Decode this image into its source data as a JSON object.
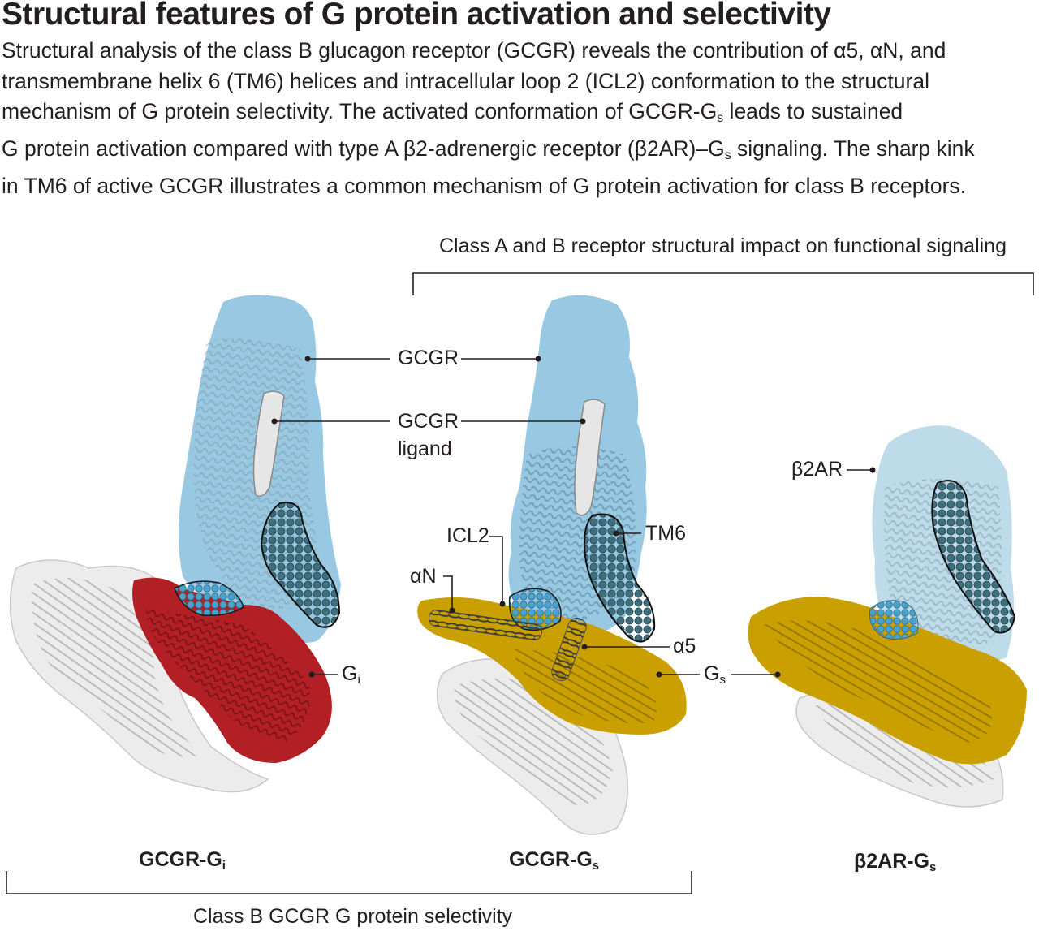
{
  "header": {
    "title": "Structural features of G protein activation and selectivity",
    "description_lines": [
      "Structural analysis of the class B glucagon receptor (GCGR) reveals the contribution of α5, αN, and",
      "transmembrane helix 6 (TM6) helices and intracellular loop 2 (ICL2) conformation to the structural",
      "mechanism of G protein selectivity. The activated conformation of GCGR-G",
      "G protein activation compared with type A β2-adrenergic receptor (β2AR)–G",
      "in TM6 of active GCGR illustrates a common mechanism of G protein activation for class B receptors."
    ],
    "line3_sub": "s",
    "line3_tail": " leads to sustained",
    "line4_sub": "s",
    "line4_tail": " signaling. The sharp kink"
  },
  "brackets": {
    "top": "Class A and B receptor structural impact on functional signaling",
    "bottom": "Class B GCGR G protein selectivity"
  },
  "labels": {
    "gcgr": "GCGR",
    "gcgr_ligand_1": "GCGR",
    "gcgr_ligand_2": "ligand",
    "b2ar": "β2AR",
    "icl2": "ICL2",
    "an": "αN",
    "tm6": "TM6",
    "a5": "α5",
    "gi": "G",
    "gi_sub": "i",
    "gs": "G",
    "gs_sub": "s"
  },
  "panels": [
    {
      "name": "GCGR-G",
      "sub": "i"
    },
    {
      "name": "GCGR-G",
      "sub": "s"
    },
    {
      "name": "β2AR-G",
      "sub": "s"
    }
  ],
  "colors": {
    "receptor_blue": "#8ec3df",
    "b2ar_blue": "#b7d7e8",
    "gi_red": "#b21f24",
    "gs_yellow": "#c9a000",
    "tm6_teal": "#2f5e6a",
    "ligand_white": "#e6e6e6",
    "helix_dark": "#5a5a5a",
    "gbeta_gray": "#d7d7d7",
    "text": "#231f20"
  }
}
